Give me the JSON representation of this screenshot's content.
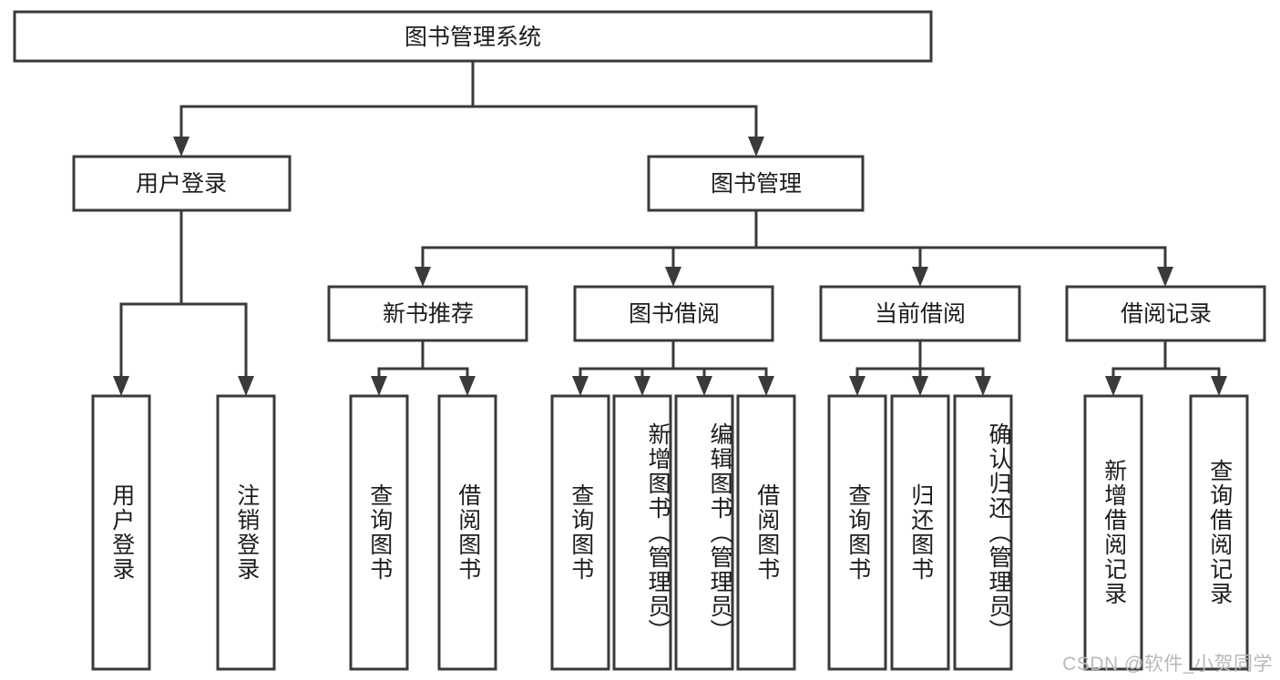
{
  "diagram": {
    "title": "图书管理系统",
    "type": "hierarchy-tree",
    "colors": {
      "box_stroke": "#3a3a3a",
      "box_fill": "#ffffff",
      "connector": "#3a3a3a",
      "text": "#1c1c1c",
      "watermark": "#b9b9b9",
      "background": "#ffffff"
    },
    "root": {
      "label": "图书管理系统"
    },
    "level2": [
      {
        "label": "用户登录"
      },
      {
        "label": "图书管理"
      }
    ],
    "level3": [
      {
        "label": "新书推荐"
      },
      {
        "label": "图书借阅"
      },
      {
        "label": "当前借阅"
      },
      {
        "label": "借阅记录"
      }
    ],
    "leaves": [
      {
        "label": "用户登录",
        "parent": "用户登录"
      },
      {
        "label": "注销登录",
        "parent": "用户登录"
      },
      {
        "label": "查询图书",
        "parent": "新书推荐"
      },
      {
        "label": "借阅图书",
        "parent": "新书推荐"
      },
      {
        "label": "查询图书",
        "parent": "图书借阅"
      },
      {
        "label": "新增图书（管理员）",
        "parent": "图书借阅"
      },
      {
        "label": "编辑图书（管理员）",
        "parent": "图书借阅"
      },
      {
        "label": "借阅图书",
        "parent": "图书借阅"
      },
      {
        "label": "查询图书",
        "parent": "当前借阅"
      },
      {
        "label": "归还图书",
        "parent": "当前借阅"
      },
      {
        "label": "确认归还（管理员）",
        "parent": "当前借阅"
      },
      {
        "label": "新增借阅记录",
        "parent": "借阅记录"
      },
      {
        "label": "查询借阅记录",
        "parent": "借阅记录"
      }
    ],
    "watermark": "CSDN @软件_小贺同学"
  }
}
